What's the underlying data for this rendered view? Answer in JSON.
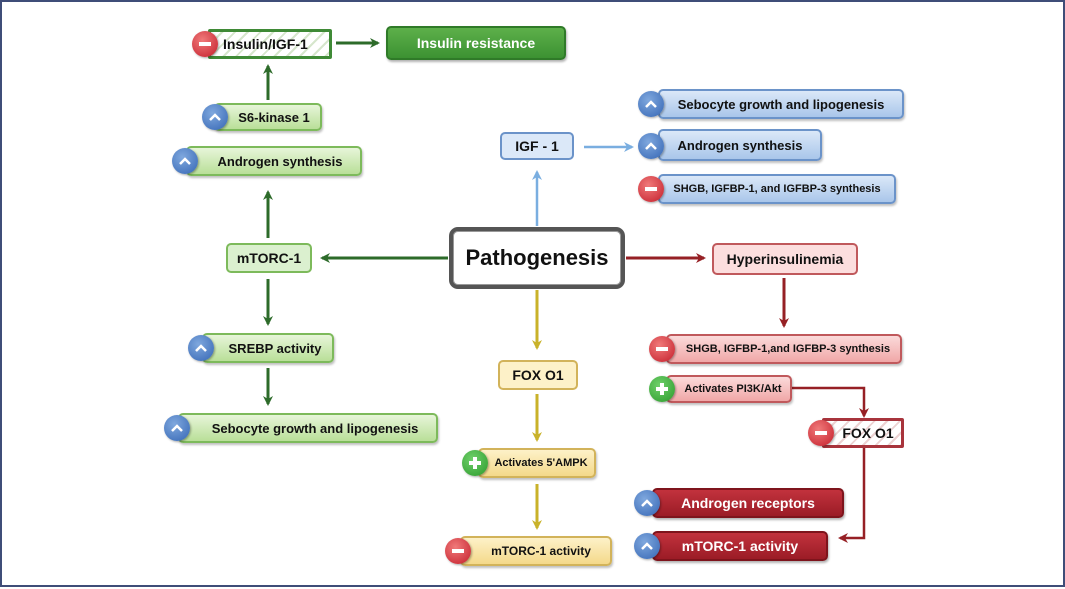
{
  "diagram": {
    "center": {
      "label": "Pathogenesis"
    },
    "colors": {
      "green_arrow": "#2d6b2a",
      "blue_arrow": "#7aaee0",
      "red_arrow": "#962025",
      "yellow_arrow": "#c9b22a",
      "frame_border": "#3f4d78"
    },
    "green_branch": {
      "root": {
        "label": "mTORC-1"
      },
      "nodes": [
        {
          "label": "Insulin/IGF-1",
          "indicator": "decrease"
        },
        {
          "label": "Insulin resistance",
          "indicator": "none"
        },
        {
          "label": "S6-kinase 1",
          "indicator": "increase"
        },
        {
          "label": "Androgen synthesis",
          "indicator": "increase"
        },
        {
          "label": "SREBP activity",
          "indicator": "increase"
        },
        {
          "label": "Sebocyte growth and lipogenesis",
          "indicator": "increase"
        }
      ]
    },
    "blue_branch": {
      "root": {
        "label": "IGF - 1"
      },
      "nodes": [
        {
          "label": "Sebocyte growth and lipogenesis",
          "indicator": "increase"
        },
        {
          "label": "Androgen synthesis",
          "indicator": "increase"
        },
        {
          "label": "SHGB, IGFBP-1, and IGFBP-3 synthesis",
          "indicator": "decrease"
        }
      ]
    },
    "red_branch": {
      "root": {
        "label": "Hyperinsulinemia"
      },
      "nodes": [
        {
          "label": "SHGB, IGFBP-1,and IGFBP-3 synthesis",
          "indicator": "decrease"
        },
        {
          "label": "Activates PI3K/Akt",
          "indicator": "activate"
        },
        {
          "label": "FOX O1",
          "indicator": "decrease"
        },
        {
          "label": "Androgen receptors",
          "indicator": "increase"
        },
        {
          "label": "mTORC-1 activity",
          "indicator": "increase"
        }
      ]
    },
    "yellow_branch": {
      "root": {
        "label": "FOX O1"
      },
      "nodes": [
        {
          "label": "Activates 5'AMPK",
          "indicator": "activate"
        },
        {
          "label": "mTORC-1 activity",
          "indicator": "decrease"
        }
      ]
    },
    "icons": {
      "increase": "chevron-up-icon",
      "decrease": "minus-icon",
      "activate": "plus-icon"
    }
  }
}
